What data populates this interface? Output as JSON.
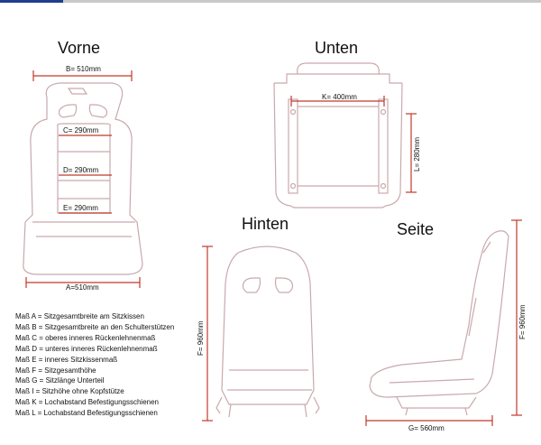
{
  "views": {
    "front": "Vorne",
    "bottom": "Unten",
    "back": "Hinten",
    "side": "Seite"
  },
  "dimensions": {
    "B": "B= 510mm",
    "C": "C= 290mm",
    "D": "D= 290mm",
    "E": "E= 290mm",
    "A": "A=510mm",
    "K": "K= 400mm",
    "L": "L= 280mm",
    "F_back": "F= 960mm",
    "F_side": "F= 960mm",
    "G": "G= 560mm"
  },
  "legend": [
    "Maß A = Sitzgesamtbreite am Sitzkissen",
    "Maß B = Sitzgesamtbreite an den Schulterstützen",
    "Maß C = oberes inneres Rückenlehnenmaß",
    "Maß D = unteres inneres Rückenlehnenmaß",
    "Maß E = inneres Sitzkissenmaß",
    "Maß F = Sitzgesamthöhe",
    "Maß G = Sitzlänge Unterteil",
    "Maß I  = Sitzhöhe ohne Kopfstütze",
    "Maß K = Lochabstand Befestigungsschienen",
    "Maß L = Lochabstand Befestigungsschienen"
  ],
  "colors": {
    "outline": "#c9a9ad",
    "dimension_line": "#c0392b",
    "accent_bar": "#1f3e8f"
  }
}
